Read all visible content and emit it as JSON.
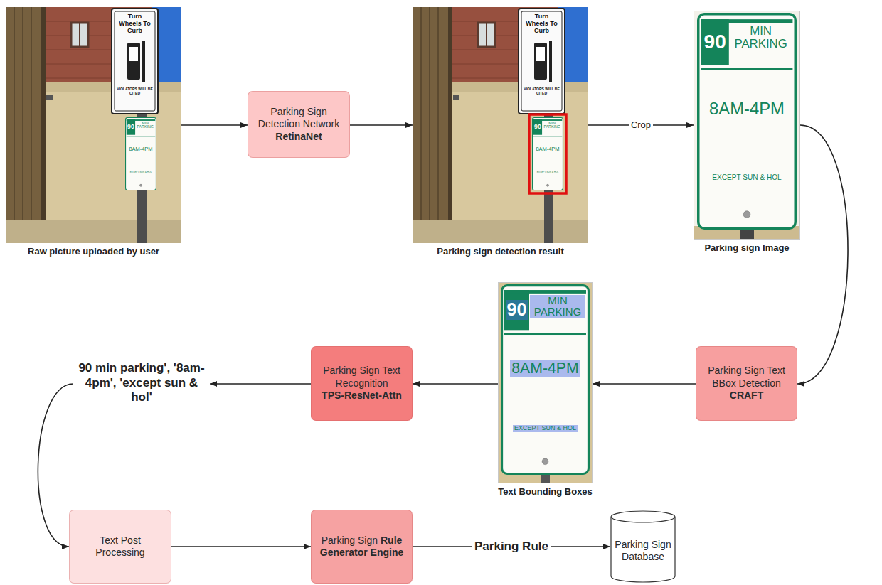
{
  "diagram": {
    "nodes": [
      {
        "text": [
          "Raw picture uploaded by user"
        ]
      },
      {
        "text": [
          "Parking Sign Detection Network",
          "RetinaNet"
        ]
      },
      {
        "text": [
          "Parking sign detection result"
        ]
      },
      {
        "text": [
          "Parking sign Image"
        ]
      },
      {
        "text": [
          "90 min parking', '8am-4pm', 'except sun & hol'"
        ]
      },
      {
        "text": [
          "Parking Sign Text Recognition",
          "TPS-ResNet-Attn"
        ]
      },
      {
        "text": [
          "Text Bounding Boxes"
        ]
      },
      {
        "text": [
          "Parking Sign Text BBox Detection",
          "CRAFT"
        ]
      },
      {
        "text": [
          "Text Post Processing"
        ]
      },
      {
        "text": [
          "Parking Sign",
          "Rule Generator Engine"
        ]
      },
      {
        "text": [
          "Parking Sign Database"
        ]
      }
    ],
    "edges": [
      {
        "from": 0,
        "to": 1,
        "arrow": "to"
      },
      {
        "from": 1,
        "to": 2,
        "arrow": "to"
      },
      {
        "from": 2,
        "to": 3,
        "arrow": "to",
        "label": "Crop"
      },
      {
        "from": 3,
        "to": 7,
        "arrow": "to"
      },
      {
        "from": 7,
        "to": 6,
        "arrow": "to"
      },
      {
        "from": 6,
        "to": 5,
        "arrow": "to"
      },
      {
        "from": 5,
        "to": 4,
        "arrow": "to"
      },
      {
        "from": 4,
        "to": 8,
        "arrow": "to"
      },
      {
        "from": 8,
        "to": 9,
        "arrow": "to"
      },
      {
        "from": 9,
        "to": 10,
        "arrow": "to",
        "label": "Parking Rule"
      }
    ],
    "labels": [
      "Turn Wheels To Curb",
      "VIOLATORS WILL BE CITED",
      "90",
      "MIN PARKING",
      "8AM-4PM",
      "EXCEPT SUN & HOL",
      "Turn Wheels To Curb",
      "VIOLATORS WILL BE CITED",
      "90",
      "MIN PARKING",
      "8AM-4PM",
      "EXCEPT SUN & HOL",
      "90",
      "MIN PARKING",
      "8AM-4PM",
      "EXCEPT SUN & HOL",
      "90",
      "MIN PARKING",
      "8AM-4PM",
      "EXCEPT SUN & HOL"
    ]
  }
}
